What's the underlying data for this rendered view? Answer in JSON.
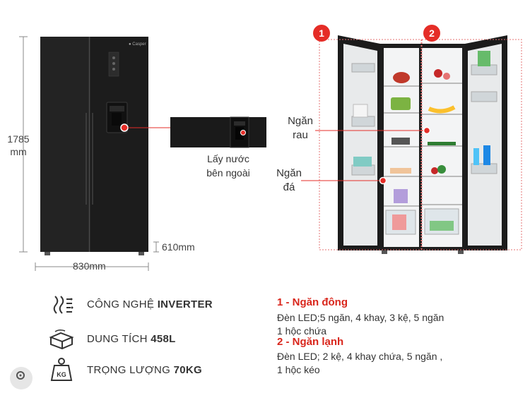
{
  "product": {
    "brand": "Casper",
    "height_label": "1785\nmm",
    "width_label": "830mm",
    "depth_label": "610mm",
    "dispenser_caption": "Lấy nước\nbên ngoài"
  },
  "interior": {
    "marker_1": "1",
    "marker_2": "2",
    "label_vegetable": "Ngăn\nrau",
    "label_ice": "Ngăn\nđá"
  },
  "features": [
    {
      "icon": "inverter-chip-icon",
      "prefix": "CÔNG NGHỆ ",
      "bold": "INVERTER"
    },
    {
      "icon": "capacity-box-icon",
      "prefix": "DUNG TÍCH ",
      "bold": "458L"
    },
    {
      "icon": "weight-kg-icon",
      "prefix": "TRỌNG LƯỢNG ",
      "bold": "70KG"
    }
  ],
  "specs": {
    "freezer_title": "1 - Ngăn đông",
    "freezer_desc_1": "Đèn LED;5 ngăn, 4 khay, 3 kệ, 5 ngăn",
    "freezer_desc_2": "1 hộc chứa",
    "fridge_title": "2 - Ngăn lạnh",
    "fridge_desc_1": "Đèn LED; 2 kệ, 4 khay chứa, 5 ngăn ,",
    "fridge_desc_2": "1 hộc kéo"
  },
  "colors": {
    "accent": "#e52d27",
    "fridge_body": "#1e1e1e"
  }
}
